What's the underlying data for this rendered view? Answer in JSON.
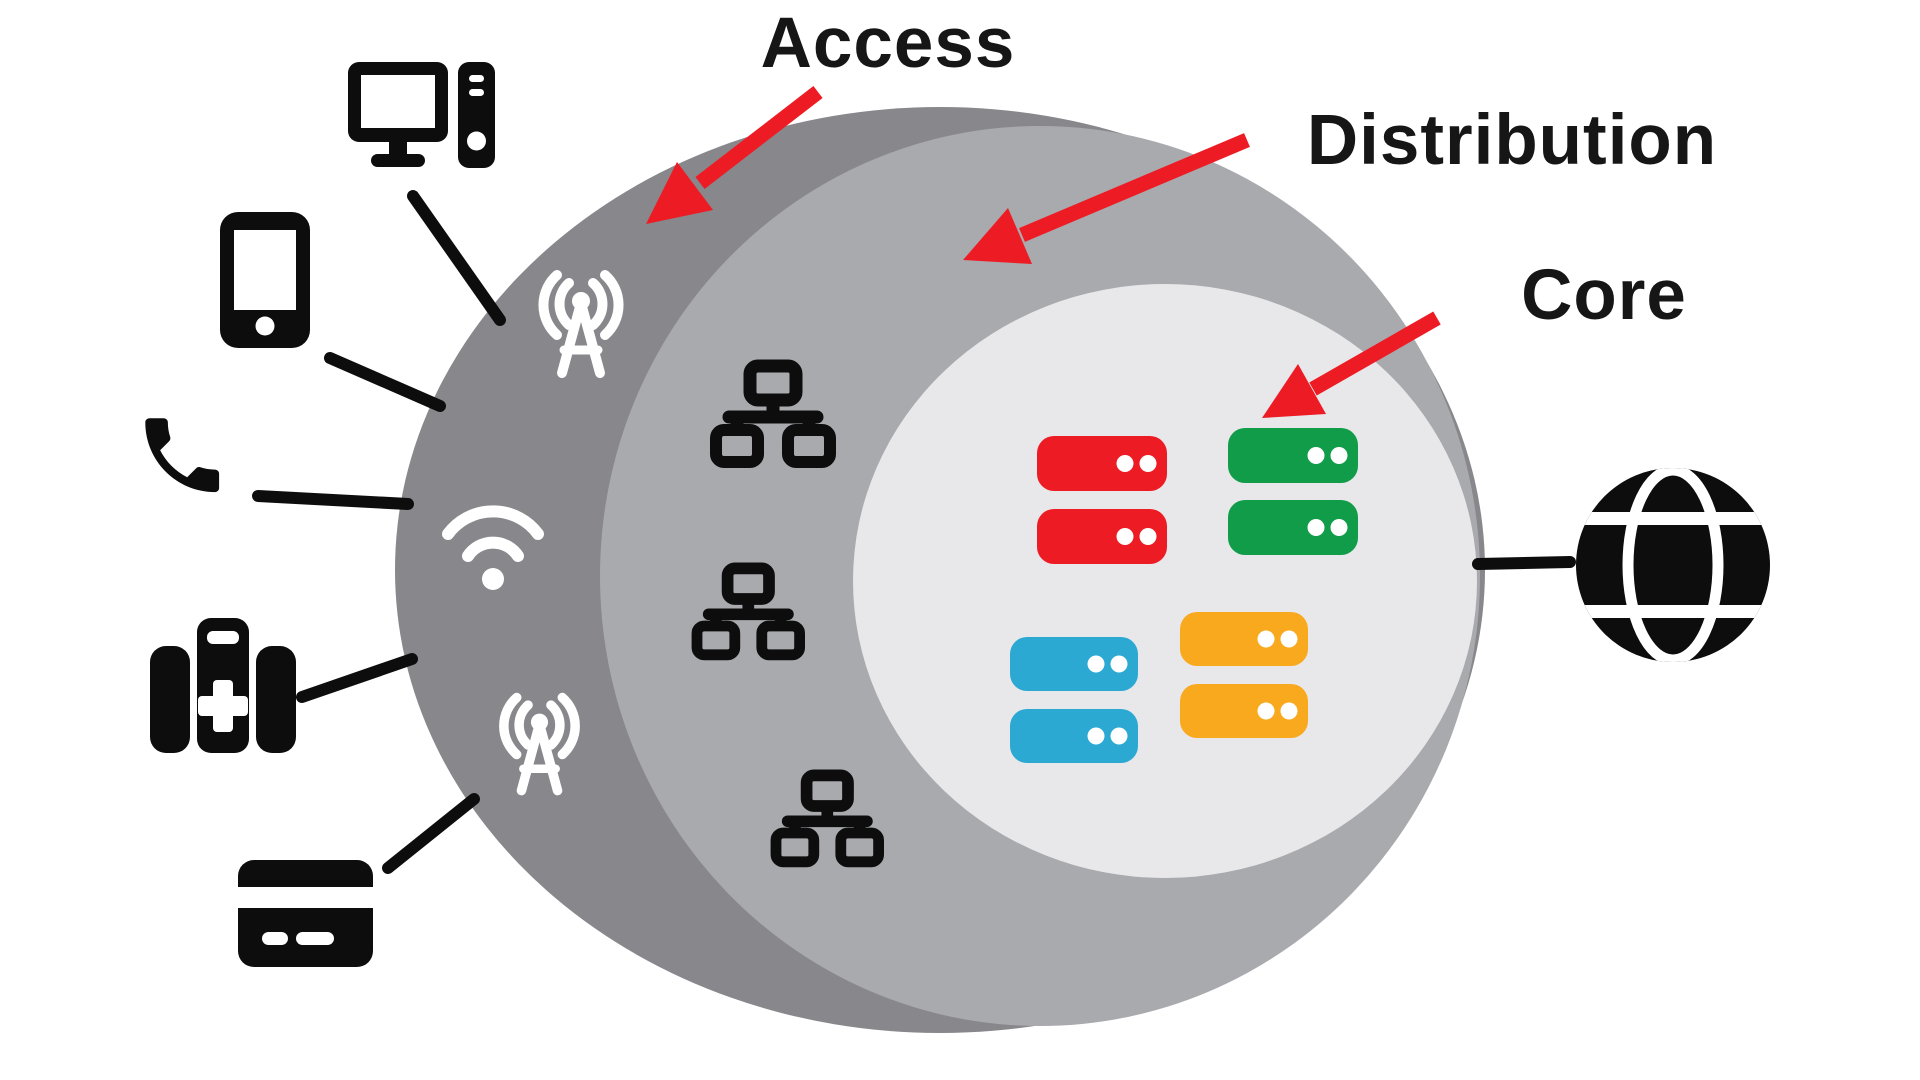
{
  "labels": {
    "access": "Access",
    "distribution": "Distribution",
    "core": "Core"
  },
  "colors": {
    "access_ring": "#87878c",
    "distribution_ring": "#a9aaae",
    "core_circle": "#e8e8ea",
    "arrow_red": "#ed1c24",
    "server_red": "#ed1c24",
    "server_green": "#119c4a",
    "server_blue": "#2ba9d3",
    "server_yellow": "#f8a91e",
    "icon_black": "#0d0d0d",
    "icon_white": "#ffffff"
  },
  "icons": {
    "endpoint_devices": [
      "desktop-computer",
      "smartphone",
      "telephone-handset",
      "medical-kit",
      "credit-card"
    ],
    "access_layer": [
      "radio-tower",
      "wifi",
      "radio-tower"
    ],
    "distribution_layer": [
      "network-switch",
      "network-switch",
      "network-switch"
    ],
    "core_layer": [
      "server-stack-red",
      "server-stack-green",
      "server-stack-blue",
      "server-stack-yellow"
    ],
    "internet": [
      "globe"
    ]
  }
}
